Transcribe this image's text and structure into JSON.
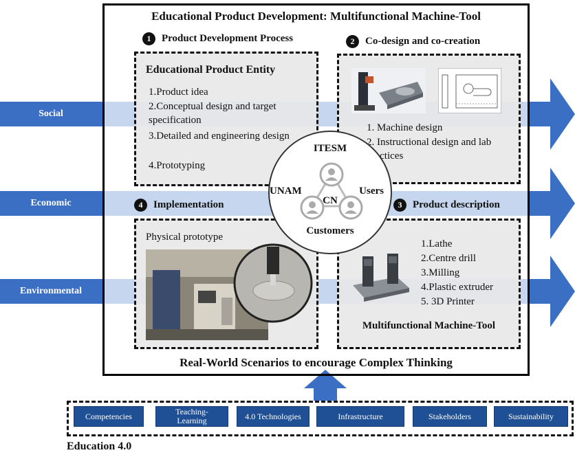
{
  "title": "Educational Product Development: Multifunctional Machine-Tool",
  "bands": [
    {
      "label": "Social"
    },
    {
      "label": "Economic"
    },
    {
      "label": "Environmental"
    }
  ],
  "sections": {
    "s1": {
      "number": "1",
      "heading": "Product Development Process",
      "box_title": "Educational Product Entity",
      "items": [
        "1.Product idea",
        "2.Conceptual design and target specification",
        "3.Detailed and engineering design",
        "4.Prototyping"
      ]
    },
    "s2": {
      "number": "2",
      "heading": "Co-design and co-creation",
      "items": [
        "1. Machine design",
        "2. Instructional design and lab practices"
      ]
    },
    "s3": {
      "number": "3",
      "heading": "Product description",
      "items": [
        "1.Lathe",
        "2.Centre drill",
        "3.Milling",
        "4.Plastic extruder",
        "5. 3D Printer"
      ],
      "footer": "Multifunctional Machine-Tool"
    },
    "s4": {
      "number": "4",
      "heading": "Implementation",
      "caption": "Physical prototype"
    }
  },
  "center": {
    "top": "ITESM",
    "left": "UNAM",
    "right": "Users",
    "middle": "CN",
    "bottom": "Customers"
  },
  "bottom_caption": "Real-World Scenarios to encourage Complex Thinking",
  "education": {
    "label": "Education 4.0",
    "items": [
      "Competencies",
      "Teaching-Learning",
      "4.0 Technologies",
      "Infrastructure",
      "Stakeholders",
      "Sustainability"
    ]
  },
  "colors": {
    "band": "#3a6fc4",
    "band_light": "#c6d6ee",
    "pill": "#1f4f94"
  }
}
